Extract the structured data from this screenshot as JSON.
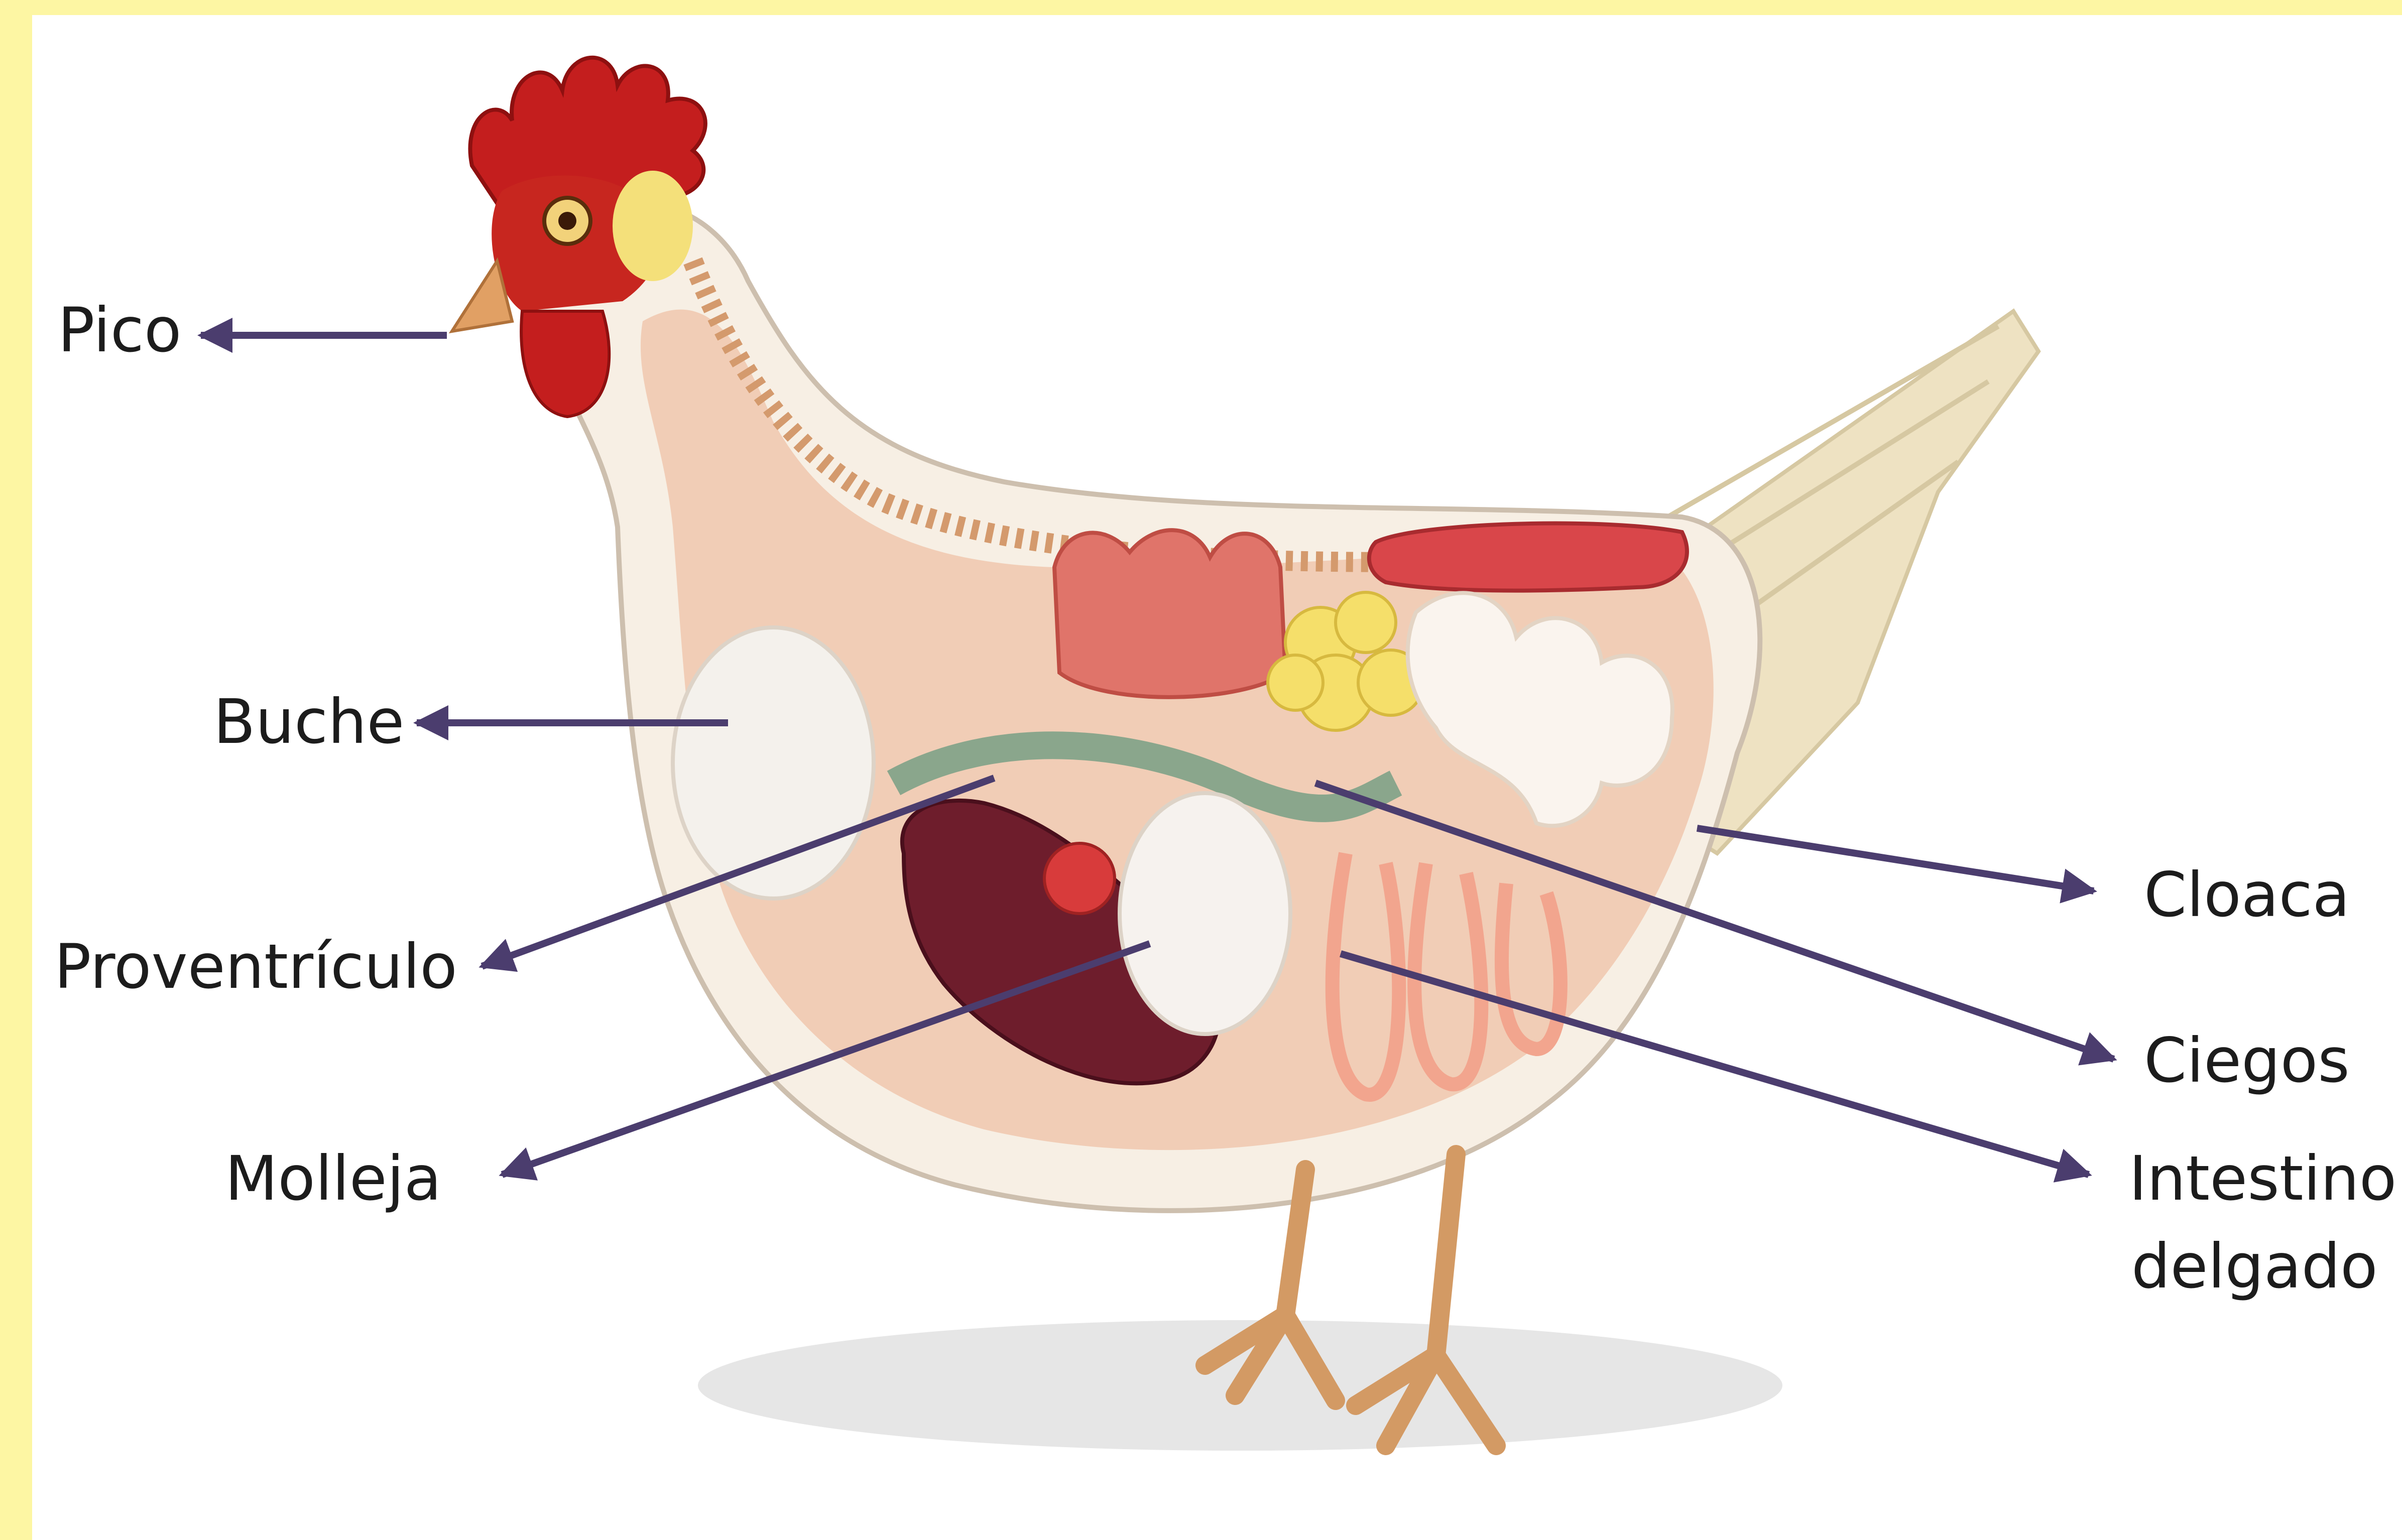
{
  "labels": {
    "pico": "Pico",
    "buche": "Buche",
    "proventriculo": "Proventrículo",
    "molleja": "Molleja",
    "cloaca": "Cloaca",
    "ciegos": "Ciegos",
    "intestino_line1": "Intestino",
    "intestino_line2": "delgado"
  },
  "colors": {
    "background_border": "#fdf6a3",
    "pointer": "#4b3d6e",
    "comb": "#c41e1e",
    "body": "#f1cdb6"
  }
}
